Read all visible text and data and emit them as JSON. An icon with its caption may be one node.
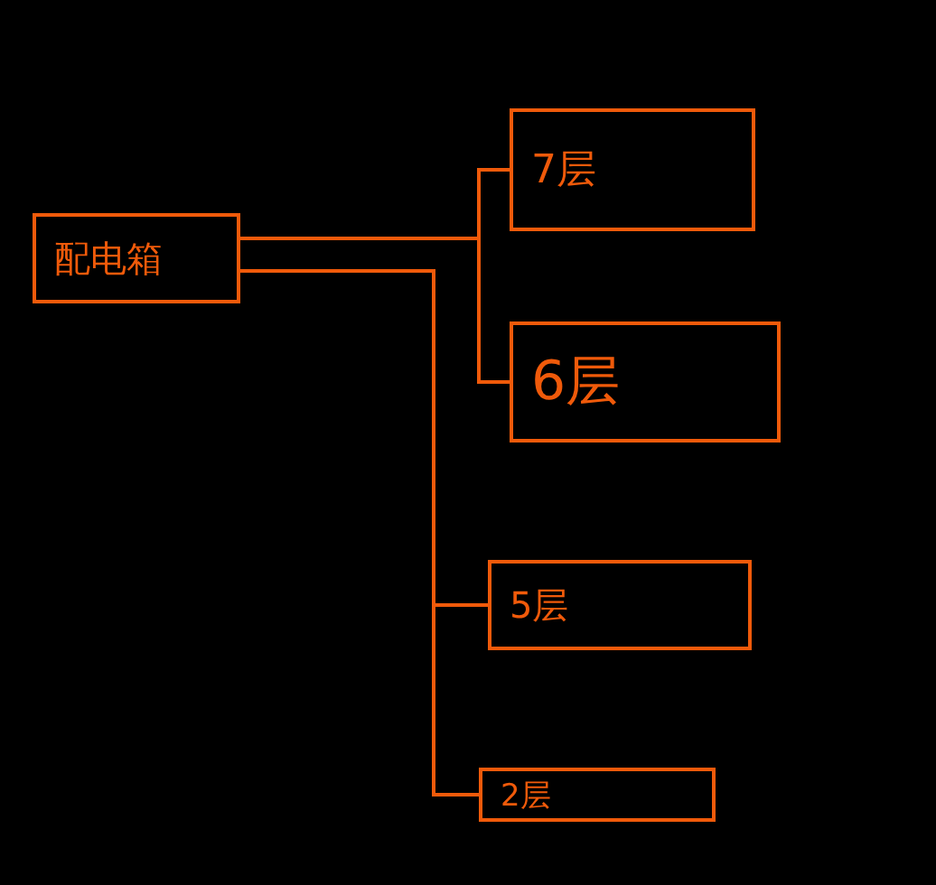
{
  "diagram": {
    "nodes": [
      {
        "text": [
          "配电箱"
        ]
      },
      {
        "text": [
          "7层"
        ]
      },
      {
        "text": [
          "6层"
        ]
      },
      {
        "text": [
          "5层"
        ]
      },
      {
        "text": [
          "2层"
        ]
      }
    ],
    "edges": [
      {
        "from": 0,
        "to": 1,
        "arrow": "none"
      },
      {
        "from": 0,
        "to": 2,
        "arrow": "none"
      },
      {
        "from": 0,
        "to": 3,
        "arrow": "none"
      },
      {
        "from": 0,
        "to": 4,
        "arrow": "none"
      }
    ]
  }
}
